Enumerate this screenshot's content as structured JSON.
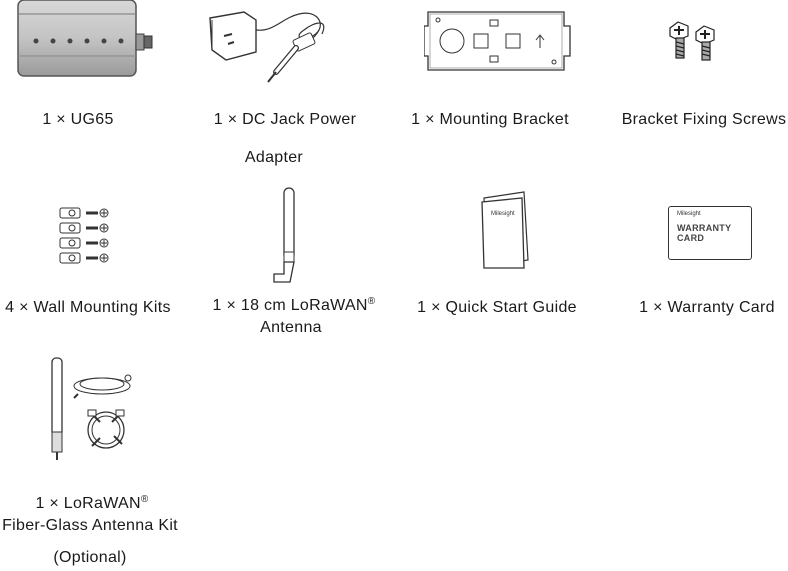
{
  "items": [
    {
      "id": "ug65",
      "lines": [
        "1 × UG65"
      ],
      "icon": "gateway-icon"
    },
    {
      "id": "power-adapter",
      "lines": [
        "1 × DC Jack Power",
        "Adapter"
      ],
      "icon": "power-adapter-icon"
    },
    {
      "id": "mounting-bracket",
      "lines": [
        "1 × Mounting Bracket"
      ],
      "icon": "mounting-bracket-icon"
    },
    {
      "id": "bracket-screws",
      "lines": [
        "Bracket Fixing Screws"
      ],
      "icon": "screws-icon"
    },
    {
      "id": "wall-kits",
      "lines": [
        "4 × Wall Mounting Kits"
      ],
      "icon": "wall-kits-icon"
    },
    {
      "id": "antenna",
      "lines": [
        "1 × 18 cm LoRaWAN",
        "Antenna"
      ],
      "sup": "®",
      "icon": "antenna-icon"
    },
    {
      "id": "quick-guide",
      "lines": [
        "1 × Quick Start Guide"
      ],
      "icon": "guide-icon",
      "brand": "Milesight"
    },
    {
      "id": "warranty",
      "lines": [
        "1 × Warranty Card"
      ],
      "icon": "warranty-card-icon",
      "brand": "Milesight",
      "card_text": [
        "WARRANTY",
        "CARD"
      ]
    },
    {
      "id": "fiber-kit",
      "lines": [
        "1 × LoRaWAN",
        "Fiber-Glass Antenna Kit",
        "(Optional)"
      ],
      "sup": "®",
      "icon": "fiber-antenna-kit-icon"
    }
  ]
}
